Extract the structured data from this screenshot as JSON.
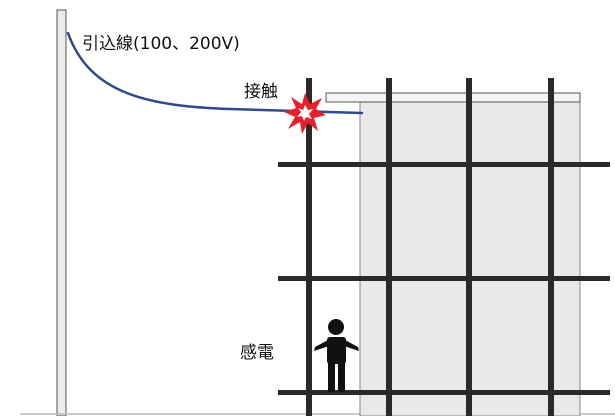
{
  "labels": {
    "service_line": "引込線(100、200V)",
    "contact": "接触",
    "electric_shock": "感電"
  },
  "colors": {
    "wire": "#2e4a8c",
    "scaffold": "#2a2a2a",
    "building": "#e9e9e9",
    "pole": "#ececec",
    "spark_outer": "#e8202a",
    "spark_inner": "#ffffff",
    "figure": "#111111"
  },
  "icons": {
    "spark": "spark-burst-icon",
    "person": "worker-person-icon"
  }
}
